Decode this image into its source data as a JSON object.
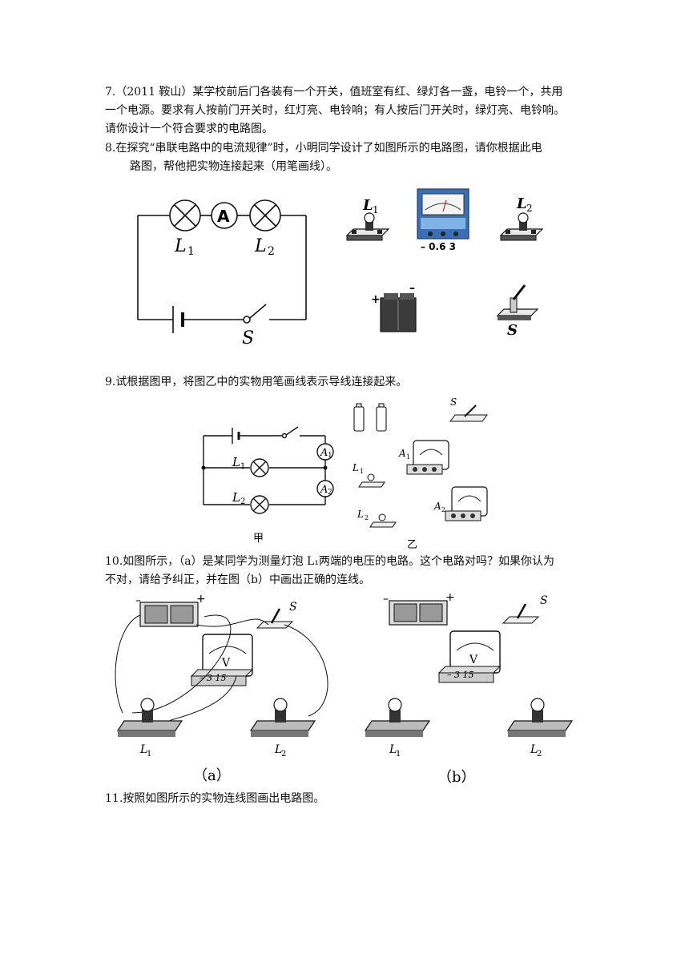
{
  "q7": {
    "line1": "7.（2011 鞍山）某学校前后门各装有一个开关，值班室有红、绿灯各一盏，电铃一个，共用",
    "line2": "一个电源。要求有人按前门开关时，红灯亮、电铃响；有人按后门开关时，绿灯亮、电铃响。",
    "line3": "请你设计一个符合要求的电路图。"
  },
  "q8": {
    "line1": "8.在探究“串联电路中的电流规律”时，小明同学设计了如图所示的电路图，请你根据此电",
    "line2": "路图，帮他把实物连接起来（用笔画线）。",
    "fig": {
      "L1": "L",
      "L1_sub": "1",
      "L2": "L",
      "L2_sub": "2",
      "A": "A",
      "S": "S",
      "obj_L1": "L",
      "obj_L1_sub": "1",
      "obj_L2": "L",
      "obj_L2_sub": "2",
      "meter_scale": "– 0.6  3",
      "battery_plus": "+",
      "battery_minus": "–",
      "obj_S": "S"
    }
  },
  "q9": {
    "line1": "9.试根据图甲，将图乙中的实物用笔画线表示导线连接起来。",
    "fig": {
      "L1": "L",
      "L1_sub": "1",
      "L2": "L",
      "L2_sub": "2",
      "A1": "A",
      "A1_sub": "1",
      "A2": "A",
      "A2_sub": "2",
      "jia": "甲",
      "yi": "乙",
      "obj_S": "S",
      "obj_L1": "L",
      "obj_L1_sub": "1",
      "obj_L2": "L",
      "obj_L2_sub": "2",
      "obj_A1": "A",
      "obj_A1_sub": "1",
      "obj_A2": "A",
      "obj_A2_sub": "2"
    }
  },
  "q10": {
    "line1": "10.如图所示，（a）是某同学为测量灯泡 L₁两端的电压的电路。这个电路对吗？如果你认为",
    "line2": "不对，请给予纠正，并在图（b）中画出正确的连线。",
    "fig": {
      "a_label": "（a）",
      "b_label": "（b）",
      "minus": "–",
      "plus": "+",
      "S": "S",
      "V": "V",
      "scale": "– 3 15",
      "L1": "L",
      "L1_sub": "1",
      "L2": "L",
      "L2_sub": "2"
    }
  },
  "q11": {
    "line1": "11.按照如图所示的实物连线图画出电路图。"
  }
}
